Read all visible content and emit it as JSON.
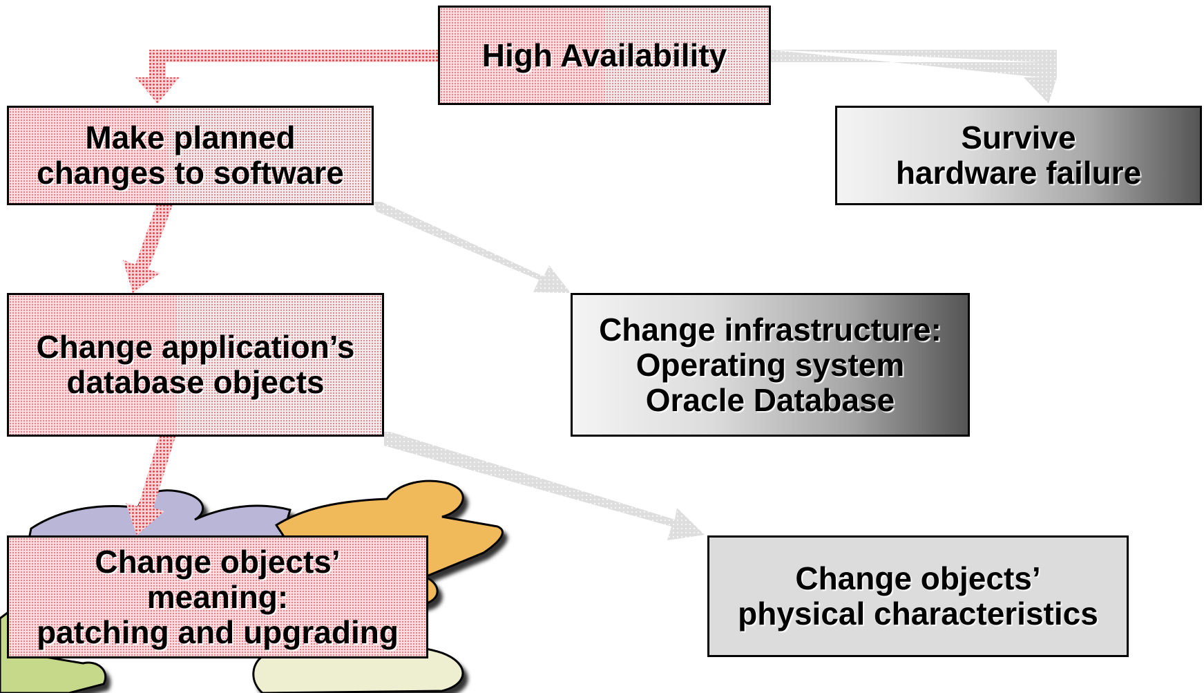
{
  "diagram": {
    "nodes": {
      "high_availability": "High Availability",
      "planned_changes": "Make planned\nchanges to software",
      "survive_hardware": "Survive\nhardware failure",
      "app_db_objects": "Change application’s\ndatabase objects",
      "infrastructure": "Change infrastructure:\nOperating system\nOracle Database",
      "objects_meaning": "Change objects’\nmeaning:\npatching and upgrading",
      "physical_characteristics": "Change objects’\nphysical characteristics"
    },
    "colors": {
      "highlight_red": "#e8323c",
      "arrow_gray": "#d9d9d9",
      "puzzle_purple": "#b9b6d8",
      "puzzle_orange": "#f0b95a",
      "puzzle_green": "#c6d98a",
      "puzzle_cream": "#eeeed0"
    },
    "edges": [
      {
        "from": "high_availability",
        "to": "planned_changes",
        "style": "red"
      },
      {
        "from": "high_availability",
        "to": "survive_hardware",
        "style": "gray"
      },
      {
        "from": "planned_changes",
        "to": "app_db_objects",
        "style": "red"
      },
      {
        "from": "planned_changes",
        "to": "infrastructure",
        "style": "gray"
      },
      {
        "from": "app_db_objects",
        "to": "objects_meaning",
        "style": "red"
      },
      {
        "from": "app_db_objects",
        "to": "physical_characteristics",
        "style": "gray"
      }
    ]
  }
}
